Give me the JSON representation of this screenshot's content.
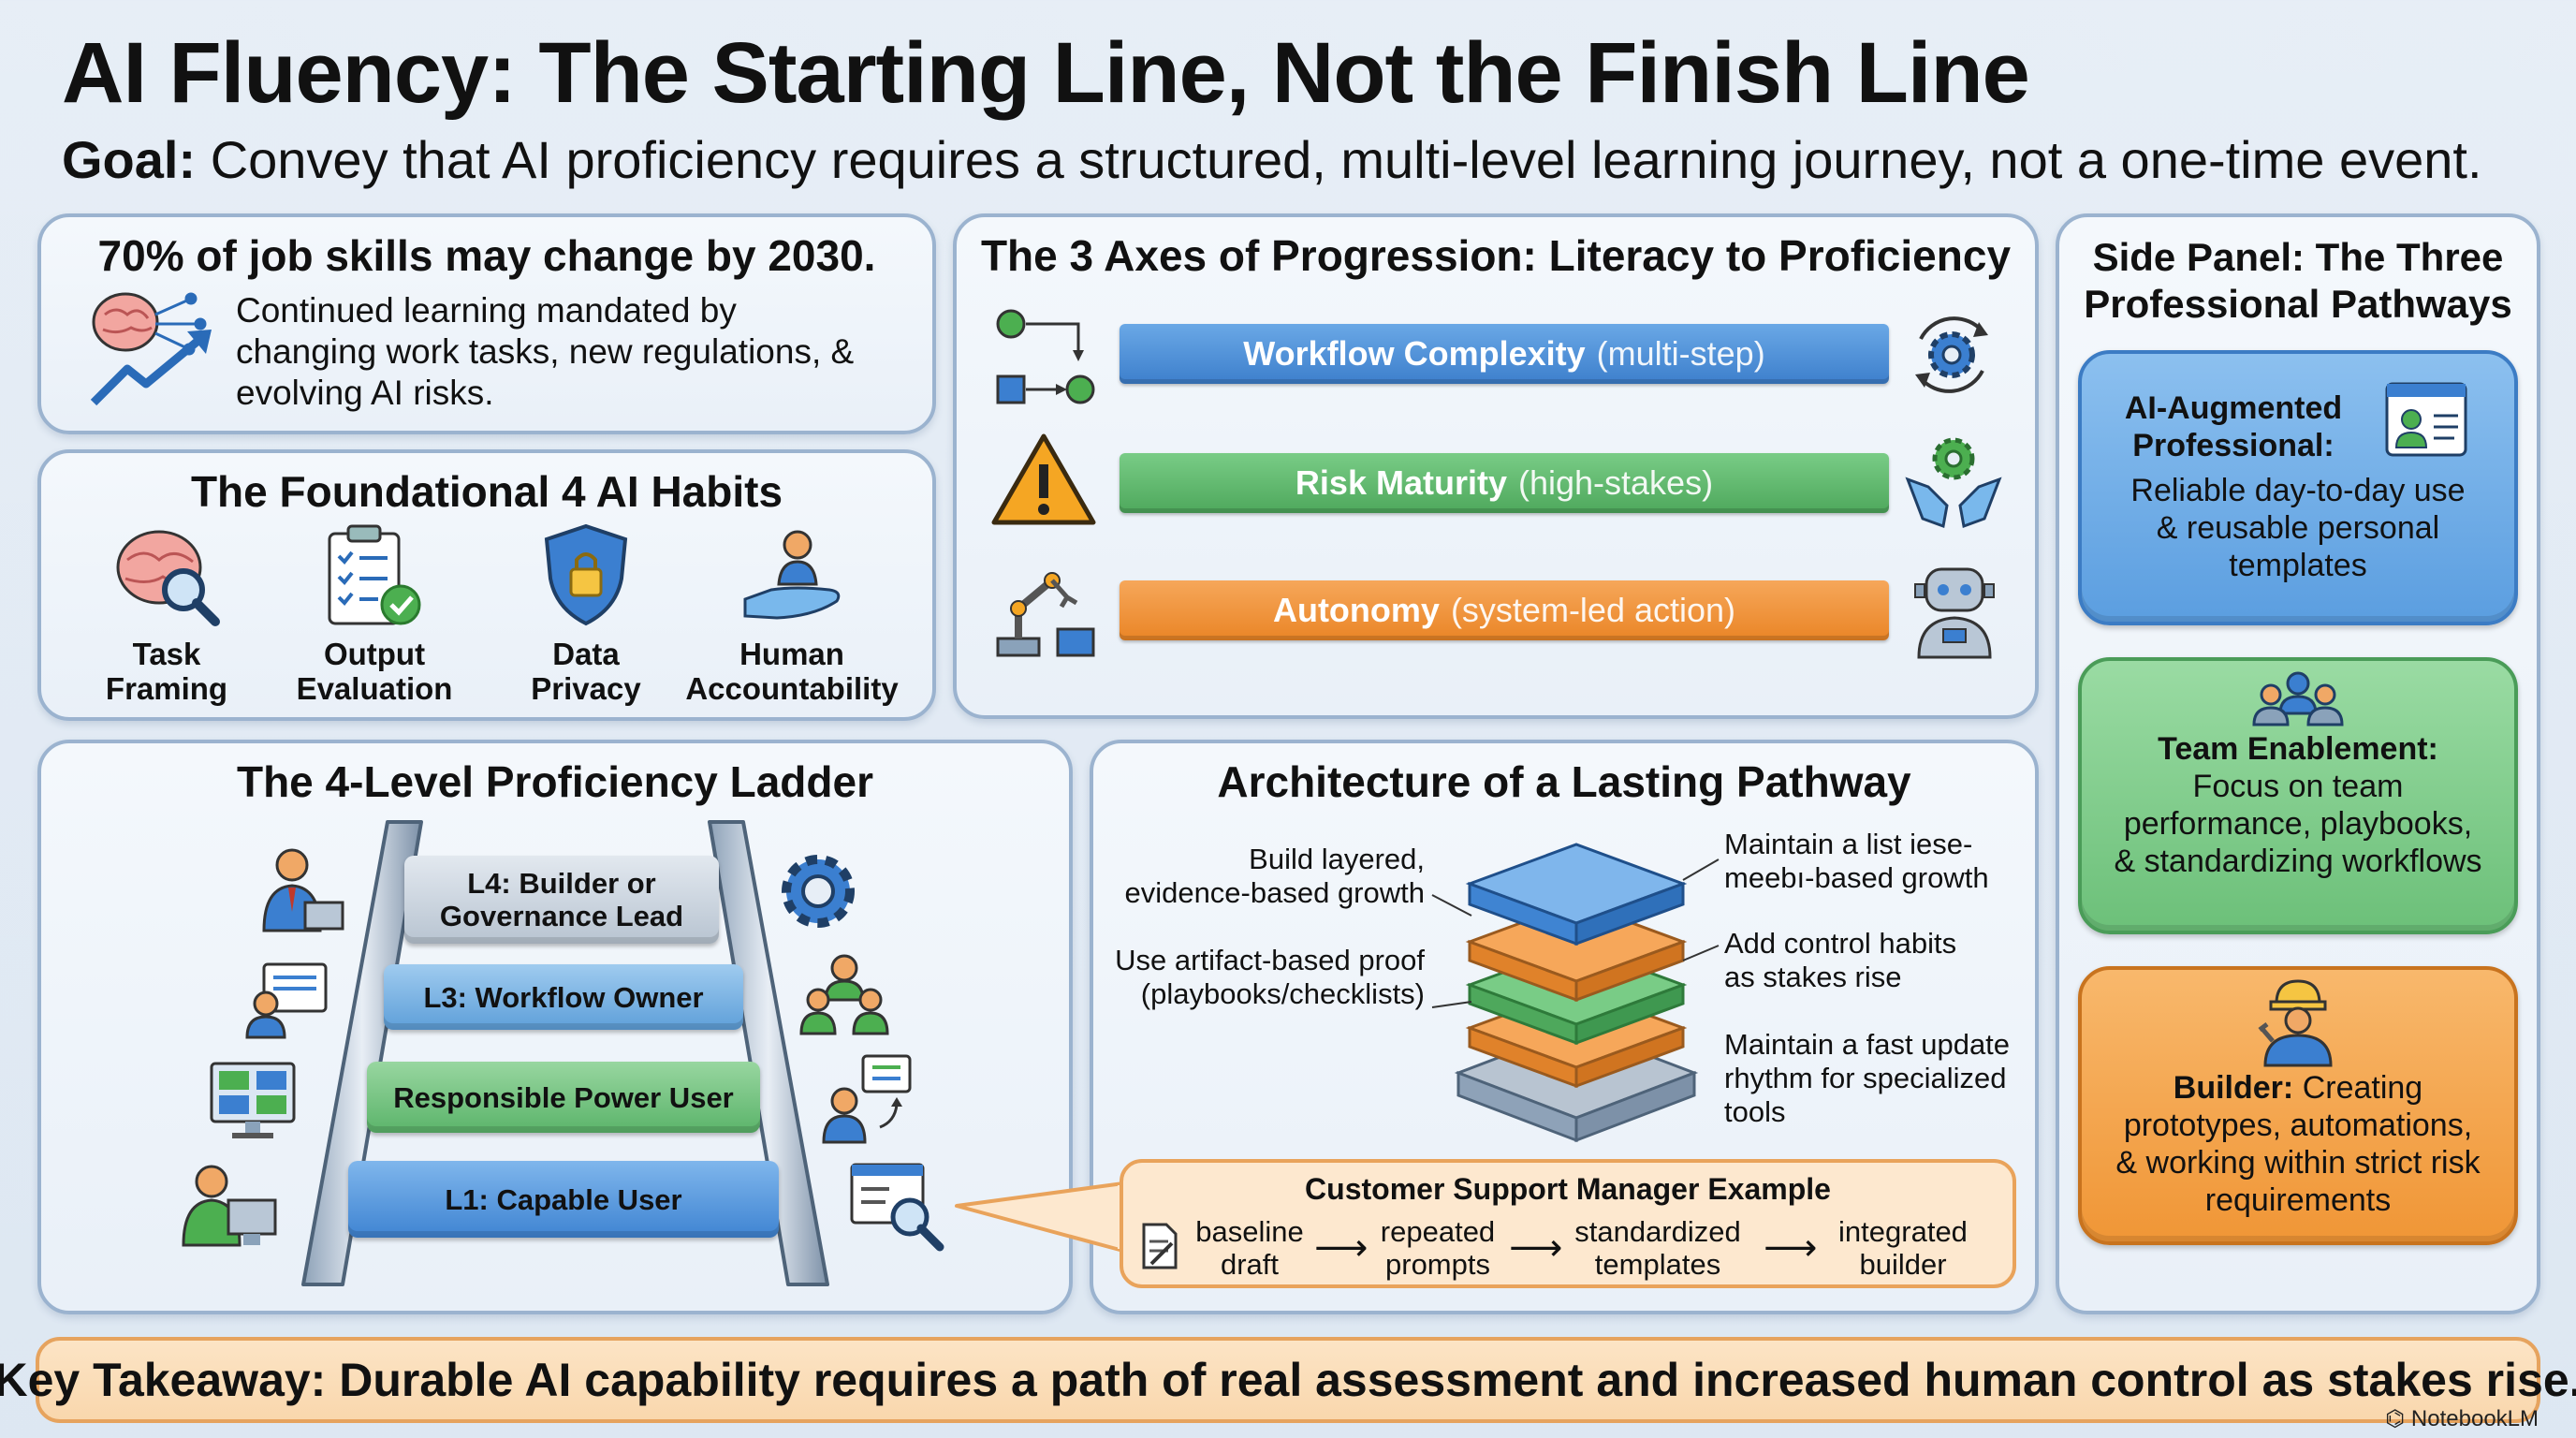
{
  "header": {
    "title": "AI Fluency: The Starting Line, Not the Finish Line",
    "goal_label": "Goal:",
    "goal_text": "Convey that AI proficiency requires a structured, multi-level learning journey, not a one-time event."
  },
  "stat_panel": {
    "headline": "70% of job skills may change by 2030.",
    "body": "Continued learning mandated by\nchanging work tasks, new regulations, &\nevolving AI risks.",
    "icon": "brain-growth-icon"
  },
  "habits_panel": {
    "title": "The Foundational 4 AI Habits",
    "habits": [
      {
        "label": "Task\nFraming",
        "icon": "brain-magnifier-icon"
      },
      {
        "label": "Output\nEvaluation",
        "icon": "checklist-icon"
      },
      {
        "label": "Data\nPrivacy",
        "icon": "shield-lock-icon"
      },
      {
        "label": "Human\nAccountability",
        "icon": "hand-person-icon"
      }
    ]
  },
  "axes_panel": {
    "title": "The 3 Axes of Progression: Literacy to Proficiency",
    "axes": [
      {
        "name": "Workflow Complexity",
        "qualifier": "(multi-step)",
        "color": "#4a8fd6"
      },
      {
        "name": "Risk Maturity",
        "qualifier": "(high-stakes)",
        "color": "#5cba6c"
      },
      {
        "name": "Autonomy",
        "qualifier": "(system-led action)",
        "color": "#f08c2e"
      }
    ]
  },
  "ladder_panel": {
    "title": "The 4-Level Proficiency Ladder",
    "levels": [
      {
        "label": "L4: Builder or\nGovernance Lead",
        "color": "#c9d3de"
      },
      {
        "label": "L3: Workflow Owner",
        "color": "#7bb6e6"
      },
      {
        "label": "Responsible Power User",
        "color": "#74c47f"
      },
      {
        "label": "L1: Capable User",
        "color": "#5b9ee0"
      }
    ]
  },
  "architecture_panel": {
    "title": "Architecture of a Lasting Pathway",
    "left_notes": [
      "Build layered,\nevidence-based growth",
      "Use artifact-based proof\n(playbooks/checklists)"
    ],
    "right_notes": [
      "Maintain a list iese-\nmeebı-based growth",
      "Add control habits\nas stakes rise",
      "Maintain a fast update\nrhythm for specialized\ntools"
    ],
    "example": {
      "title": "Customer Support Manager Example",
      "steps": [
        "baseline\ndraft",
        "repeated\nprompts",
        "standardized\ntemplates",
        "integrated\nbuilder"
      ],
      "arrow": "⟶"
    }
  },
  "side_panel": {
    "title": "Side Panel: The Three\nProfessional Pathways",
    "pathways": [
      {
        "name": "AI-Augmented\nProfessional:",
        "desc": "Reliable day-to-day use\n& reusable personal\ntemplates",
        "color": "#5b9ee0"
      },
      {
        "name": "Team Enablement:",
        "desc": "Focus on team\nperformance, playbooks,\n& standardizing workflows",
        "color": "#74c47f"
      },
      {
        "name": "Builder:",
        "desc": "Creating\nprototypes, automations,\n& working within strict risk\nrequirements",
        "color": "#f39a3c"
      }
    ]
  },
  "takeaway": "Key Takeaway: Durable AI capability requires a path of real assessment and increased human control as stakes rise.",
  "watermark": "NotebookLM"
}
